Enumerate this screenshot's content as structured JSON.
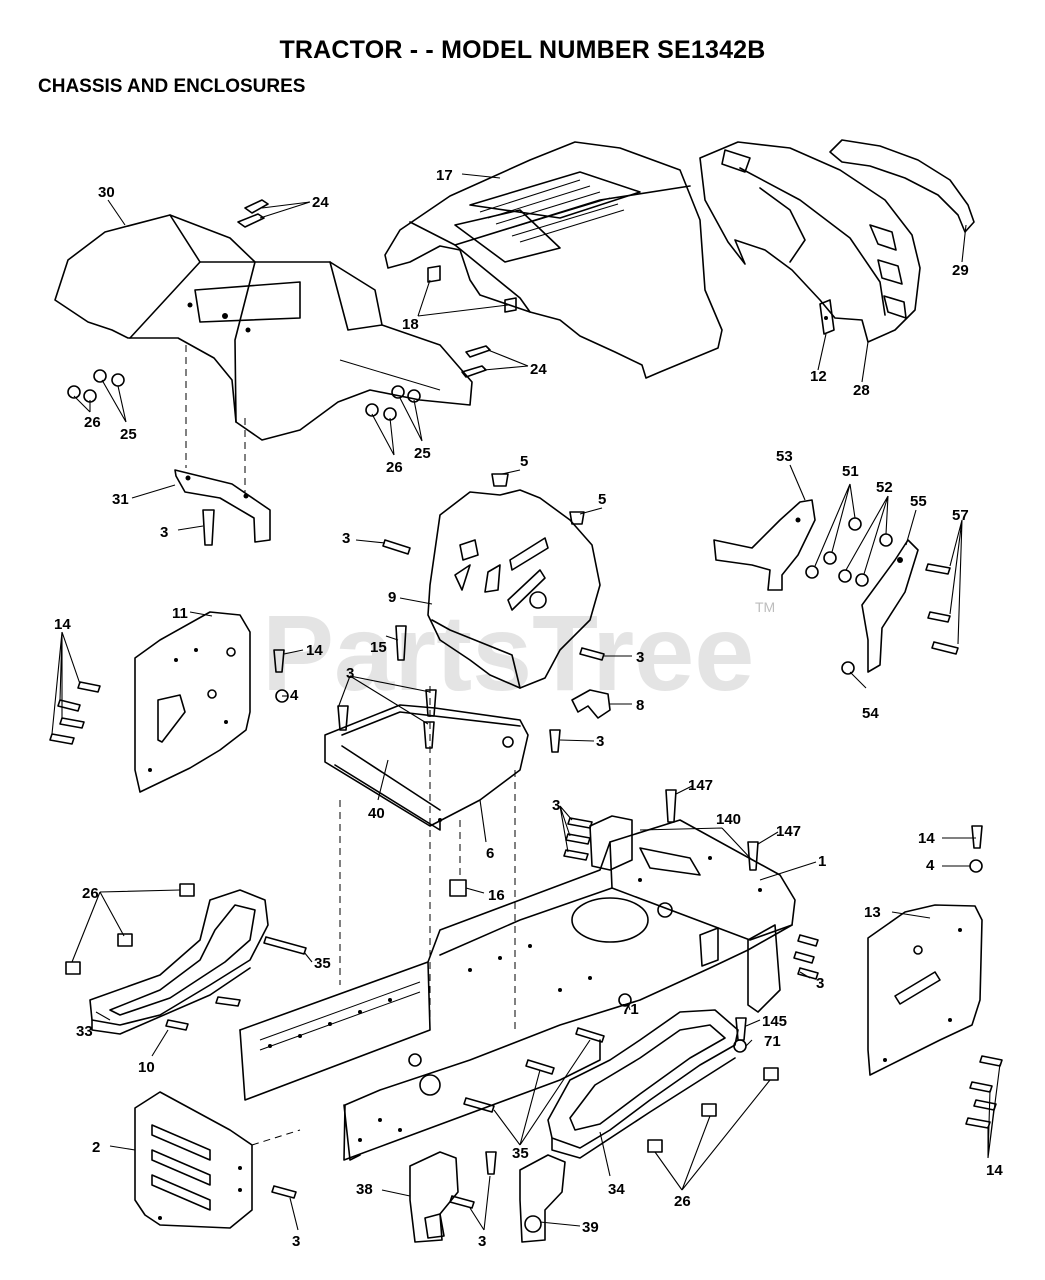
{
  "header": {
    "title": "TRACTOR - - MODEL NUMBER SE1342B",
    "section": "CHASSIS AND ENCLOSURES"
  },
  "watermark": {
    "text": "PartsTree",
    "tm": "TM"
  },
  "callouts": [
    {
      "id": "c1",
      "text": "30"
    },
    {
      "id": "c2",
      "text": "24"
    },
    {
      "id": "c3",
      "text": "17"
    },
    {
      "id": "c4",
      "text": "18"
    },
    {
      "id": "c5",
      "text": "24"
    },
    {
      "id": "c6",
      "text": "29"
    },
    {
      "id": "c7",
      "text": "12"
    },
    {
      "id": "c8",
      "text": "28"
    },
    {
      "id": "c9",
      "text": "26"
    },
    {
      "id": "c10",
      "text": "25"
    },
    {
      "id": "c11",
      "text": "26"
    },
    {
      "id": "c12",
      "text": "25"
    },
    {
      "id": "c13",
      "text": "31"
    },
    {
      "id": "c14",
      "text": "3"
    },
    {
      "id": "c15",
      "text": "5"
    },
    {
      "id": "c16",
      "text": "5"
    },
    {
      "id": "c17",
      "text": "3"
    },
    {
      "id": "c18",
      "text": "9"
    },
    {
      "id": "c19",
      "text": "53"
    },
    {
      "id": "c20",
      "text": "51"
    },
    {
      "id": "c21",
      "text": "52"
    },
    {
      "id": "c22",
      "text": "55"
    },
    {
      "id": "c23",
      "text": "57"
    },
    {
      "id": "c24",
      "text": "11"
    },
    {
      "id": "c25",
      "text": "14"
    },
    {
      "id": "c26",
      "text": "15"
    },
    {
      "id": "c27",
      "text": "14"
    },
    {
      "id": "c28",
      "text": "3"
    },
    {
      "id": "c29",
      "text": "4"
    },
    {
      "id": "c30",
      "text": "3"
    },
    {
      "id": "c31",
      "text": "54"
    },
    {
      "id": "c32",
      "text": "8"
    },
    {
      "id": "c33",
      "text": "3"
    },
    {
      "id": "c34",
      "text": "40"
    },
    {
      "id": "c35",
      "text": "6"
    },
    {
      "id": "c36",
      "text": "147"
    },
    {
      "id": "c37",
      "text": "3"
    },
    {
      "id": "c38",
      "text": "140"
    },
    {
      "id": "c39",
      "text": "147"
    },
    {
      "id": "c40",
      "text": "1"
    },
    {
      "id": "c41",
      "text": "14"
    },
    {
      "id": "c42",
      "text": "4"
    },
    {
      "id": "c43",
      "text": "16"
    },
    {
      "id": "c44",
      "text": "13"
    },
    {
      "id": "c45",
      "text": "26"
    },
    {
      "id": "c46",
      "text": "35"
    },
    {
      "id": "c47",
      "text": "3"
    },
    {
      "id": "c48",
      "text": "33"
    },
    {
      "id": "c49",
      "text": "10"
    },
    {
      "id": "c50",
      "text": "71"
    },
    {
      "id": "c51",
      "text": "145"
    },
    {
      "id": "c52",
      "text": "71"
    },
    {
      "id": "c53",
      "text": "2"
    },
    {
      "id": "c54",
      "text": "35"
    },
    {
      "id": "c55",
      "text": "14"
    },
    {
      "id": "c56",
      "text": "3"
    },
    {
      "id": "c57",
      "text": "38"
    },
    {
      "id": "c58",
      "text": "3"
    },
    {
      "id": "c59",
      "text": "39"
    },
    {
      "id": "c60",
      "text": "34"
    },
    {
      "id": "c61",
      "text": "26"
    }
  ]
}
